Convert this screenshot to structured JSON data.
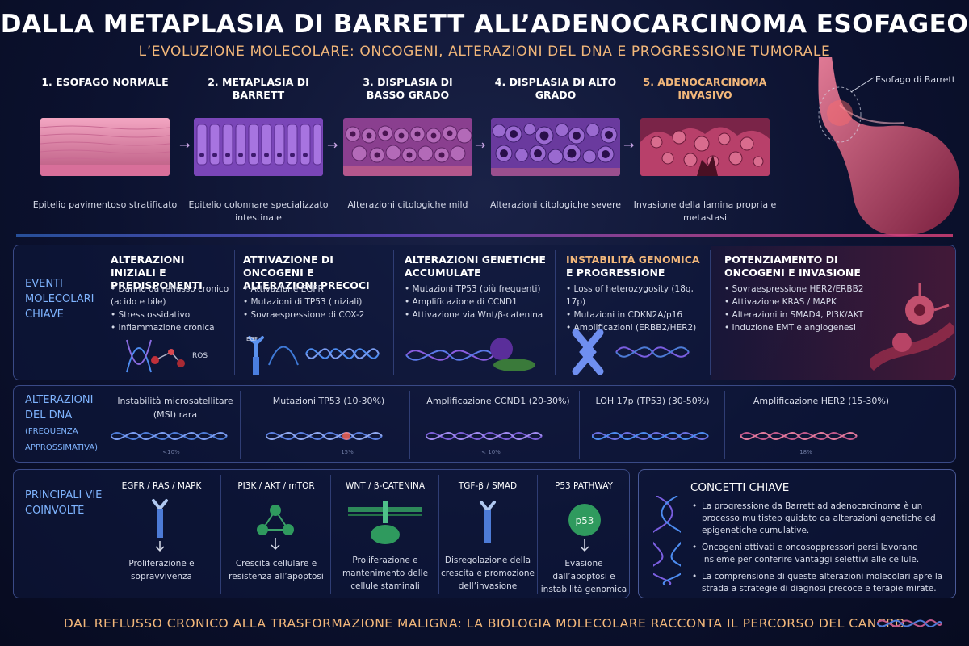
{
  "header": {
    "title": "DALLA METAPLASIA DI BARRETT ALL’ADENOCARCINOMA ESOFAGEO",
    "subtitle": "L’EVOLUZIONE MOLECOLARE: ONCOGENI, ALTERAZIONI DEL DNA E PROGRESSIONE TUMORALE"
  },
  "stages": [
    {
      "title": "1. ESOFAGO NORMALE",
      "desc": "Epitelio pavimentoso stratificato"
    },
    {
      "title": "2. METAPLASIA DI BARRETT",
      "desc": "Epitelio colonnare specializzato intestinale"
    },
    {
      "title": "3. DISPLASIA DI BASSO GRADO",
      "desc": "Alterazioni citologiche mild"
    },
    {
      "title": "4. DISPLASIA DI ALTO GRADO",
      "desc": "Alterazioni citologiche severe"
    },
    {
      "title": "5. ADENOCARCINOMA INVASIVO",
      "desc": "Invasione della lamina propria e metastasi"
    }
  ],
  "stomach_label": "Esofago di Barrett",
  "events": {
    "row_label": "EVENTI MOLECOLARI CHIAVE",
    "columns": [
      {
        "title": "ALTERAZIONI INIZIALI E PREDISPONENTI",
        "items": [
          "Danno da reflusso cronico (acido e bile)",
          "Stress ossidativo",
          "Infiammazione cronica"
        ],
        "icon_label": "ROS"
      },
      {
        "title": "ATTIVAZIONE DI ONCOGENI E ALTERAZIONI PRECOCI",
        "items": [
          "Attivazione EGFR",
          "Mutazioni di TP53 (iniziali)",
          "Sovraespressione di COX-2"
        ],
        "icon_label": "EGF"
      },
      {
        "title": "ALTERAZIONI GENETICHE ACCUMULATE",
        "items": [
          "Mutazioni TP53 (più frequenti)",
          "Amplificazione di CCND1",
          "Attivazione via Wnt/β-catenina"
        ],
        "icon_label": ""
      },
      {
        "title_a": "INSTABILITÀ GENOMICA",
        "title_b": "E PROGRESSIONE",
        "items": [
          "Loss of heterozygosity (18q, 17p)",
          "Mutazioni in CDKN2A/p16",
          "Amplificazioni (ERBB2/HER2)"
        ]
      },
      {
        "title": "POTENZIAMENTO DI ONCOGENI E INVASIONE",
        "items": [
          "Sovraespressione HER2/ERBB2",
          "Attivazione KRAS / MAPK",
          "Alterazioni in SMAD4, PI3K/AKT",
          "Induzione EMT e angiogenesi"
        ]
      }
    ]
  },
  "dna": {
    "row_label_a": "ALTERAZIONI DEL DNA",
    "row_label_b": "(FREQUENZA APPROSSIMATIVA)",
    "items": [
      {
        "label": "Instabilità microsatellitare (MSI) rara",
        "freq": "<10%",
        "color": "#4d7bd6"
      },
      {
        "label": "Mutazioni TP53 (10-30%)",
        "freq": "15%",
        "color": "#5b7fe0"
      },
      {
        "label": "Amplificazione CCND1 (20-30%)",
        "freq": "< 10%",
        "color": "#7a5ed6"
      },
      {
        "label": "LOH 17p (TP53) (30-50%)",
        "freq": "",
        "color": "#6b6fe0"
      },
      {
        "label": "Amplificazione HER2 (15-30%)",
        "freq": "18%",
        "color": "#c0588a"
      }
    ]
  },
  "pathways": {
    "row_label": "PRINCIPALI VIE COINVOLTE",
    "items": [
      {
        "title": "EGFR / RAS / MAPK",
        "desc": "Proliferazione e sopravvivenza"
      },
      {
        "title": "PI3K / AKT / mTOR",
        "desc": "Crescita cellulare e resistenza all’apoptosi"
      },
      {
        "title": "WNT / β-CATENINA",
        "desc": "Proliferazione e mantenimento delle cellule staminali"
      },
      {
        "title": "TGF-β / SMAD",
        "desc": "Disregolazione della crescita e promozione dell’invasione"
      },
      {
        "title": "P53 PATHWAY",
        "desc": "Evasione dall’apoptosi e instabilità genomica",
        "icon_label": "p53"
      }
    ]
  },
  "concepts": {
    "title": "CONCETTI CHIAVE",
    "items": [
      "La progressione da Barrett ad adenocarcinoma è un processo multistep guidato da alterazioni genetiche ed epigenetiche cumulative.",
      "Oncogeni attivati e oncosoppressori persi lavorano insieme per conferire vantaggi selettivi alle cellule.",
      "La comprensione di queste alterazioni molecolari apre la strada a strategie di diagnosi precoce e terapie mirate."
    ]
  },
  "footer": "DAL REFLUSSO CRONICO ALLA TRASFORMAZIONE MALIGNA: LA BIOLOGIA MOLECOLARE RACCONTA IL PERCORSO DEL CANCRO",
  "colors": {
    "accent_gold": "#f2b77a",
    "accent_blue": "#7fb4ff",
    "panel_border": "#3a4a86"
  }
}
